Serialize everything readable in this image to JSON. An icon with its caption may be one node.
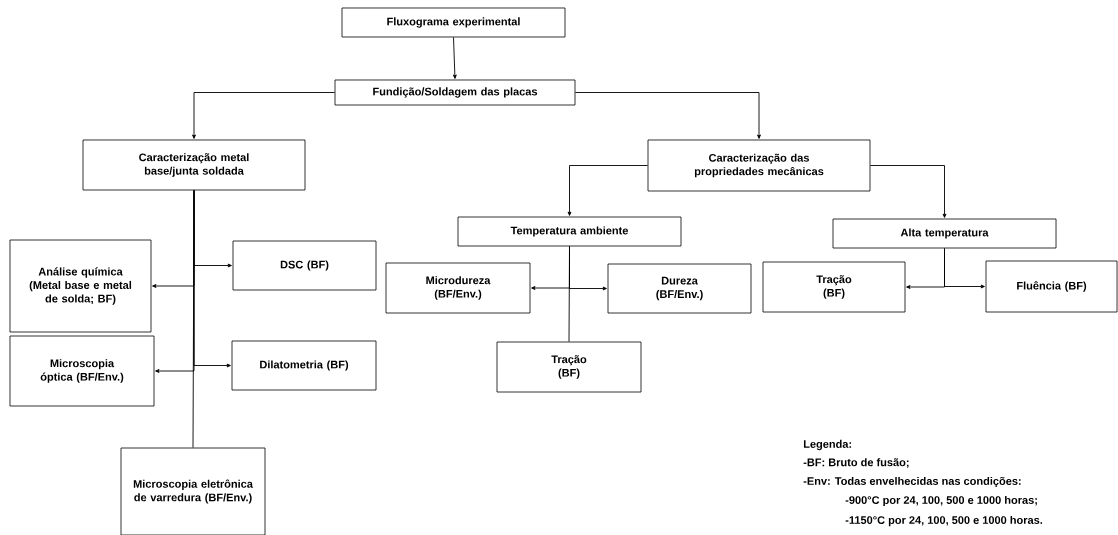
{
  "diagram": {
    "nodes": [
      {
        "text": [
          "Fluxograma experimental"
        ]
      },
      {
        "text": [
          "Fundição/Soldagem das placas"
        ]
      },
      {
        "text": [
          "Caracterização metal base/junta soldada"
        ]
      },
      {
        "text": [
          "Caracterização das propriedades mecânicas"
        ]
      },
      {
        "text": [
          "Análise química (Metal base e metal de solda; BF)"
        ]
      },
      {
        "text": [
          "DSC (BF)"
        ]
      },
      {
        "text": [
          "Microscopia óptica (BF/Env.)"
        ]
      },
      {
        "text": [
          "Dilatometria (BF)"
        ]
      },
      {
        "text": [
          "Microscopia eletrônica de varredura (BF/Env.)"
        ]
      },
      {
        "text": [
          "Temperatura ambiente"
        ]
      },
      {
        "text": [
          "Microdureza (BF/Env.)"
        ]
      },
      {
        "text": [
          "Dureza (BF/Env.)"
        ]
      },
      {
        "text": [
          "Tração (BF)"
        ]
      },
      {
        "text": [
          "Alta temperatura"
        ]
      },
      {
        "text": [
          "Tração (BF)"
        ]
      },
      {
        "text": [
          "Fluência (BF)"
        ]
      }
    ],
    "edges": [
      {
        "from": 0,
        "to": 1,
        "arrow": "to"
      },
      {
        "from": 1,
        "to": 2,
        "arrow": "to"
      },
      {
        "from": 1,
        "to": 3,
        "arrow": "to"
      },
      {
        "from": 2,
        "to": 4,
        "arrow": "to"
      },
      {
        "from": 2,
        "to": 5,
        "arrow": "to"
      },
      {
        "from": 2,
        "to": 6,
        "arrow": "to"
      },
      {
        "from": 2,
        "to": 7,
        "arrow": "to"
      },
      {
        "from": 2,
        "to": 8,
        "arrow": "none"
      },
      {
        "from": 3,
        "to": 9,
        "arrow": "to"
      },
      {
        "from": 3,
        "to": 13,
        "arrow": "to"
      },
      {
        "from": 9,
        "to": 10,
        "arrow": "to"
      },
      {
        "from": 9,
        "to": 11,
        "arrow": "to"
      },
      {
        "from": 9,
        "to": 12,
        "arrow": "none"
      },
      {
        "from": 13,
        "to": 14,
        "arrow": "to"
      },
      {
        "from": 13,
        "to": 15,
        "arrow": "to"
      }
    ],
    "labels": [
      "Legenda:",
      "-BF: Bruto de fusão;",
      "-Env: Todas envelhecidas nas condições:",
      "-900°C por 24, 100, 500 e 1000 horas;",
      "-1150°C por 24, 100, 500 e 1000 horas."
    ]
  }
}
